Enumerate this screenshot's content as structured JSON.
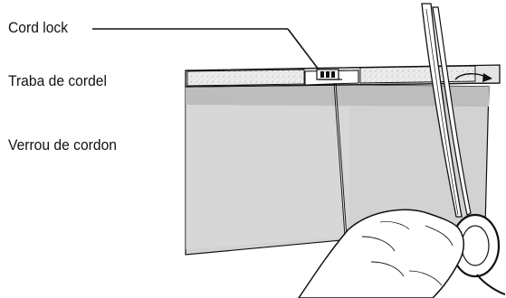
{
  "callout": {
    "labels": [
      "Cord lock",
      "Traba de cordel",
      "Verrou de cordon"
    ]
  },
  "colors": {
    "ink": "#111111",
    "shade": "#d0d0d0",
    "headrail": "#e6e6e6",
    "paper": "#ffffff"
  },
  "icons": [
    "cord-lock-icon",
    "scissors-icon",
    "hand-icon",
    "arrow-icon"
  ]
}
